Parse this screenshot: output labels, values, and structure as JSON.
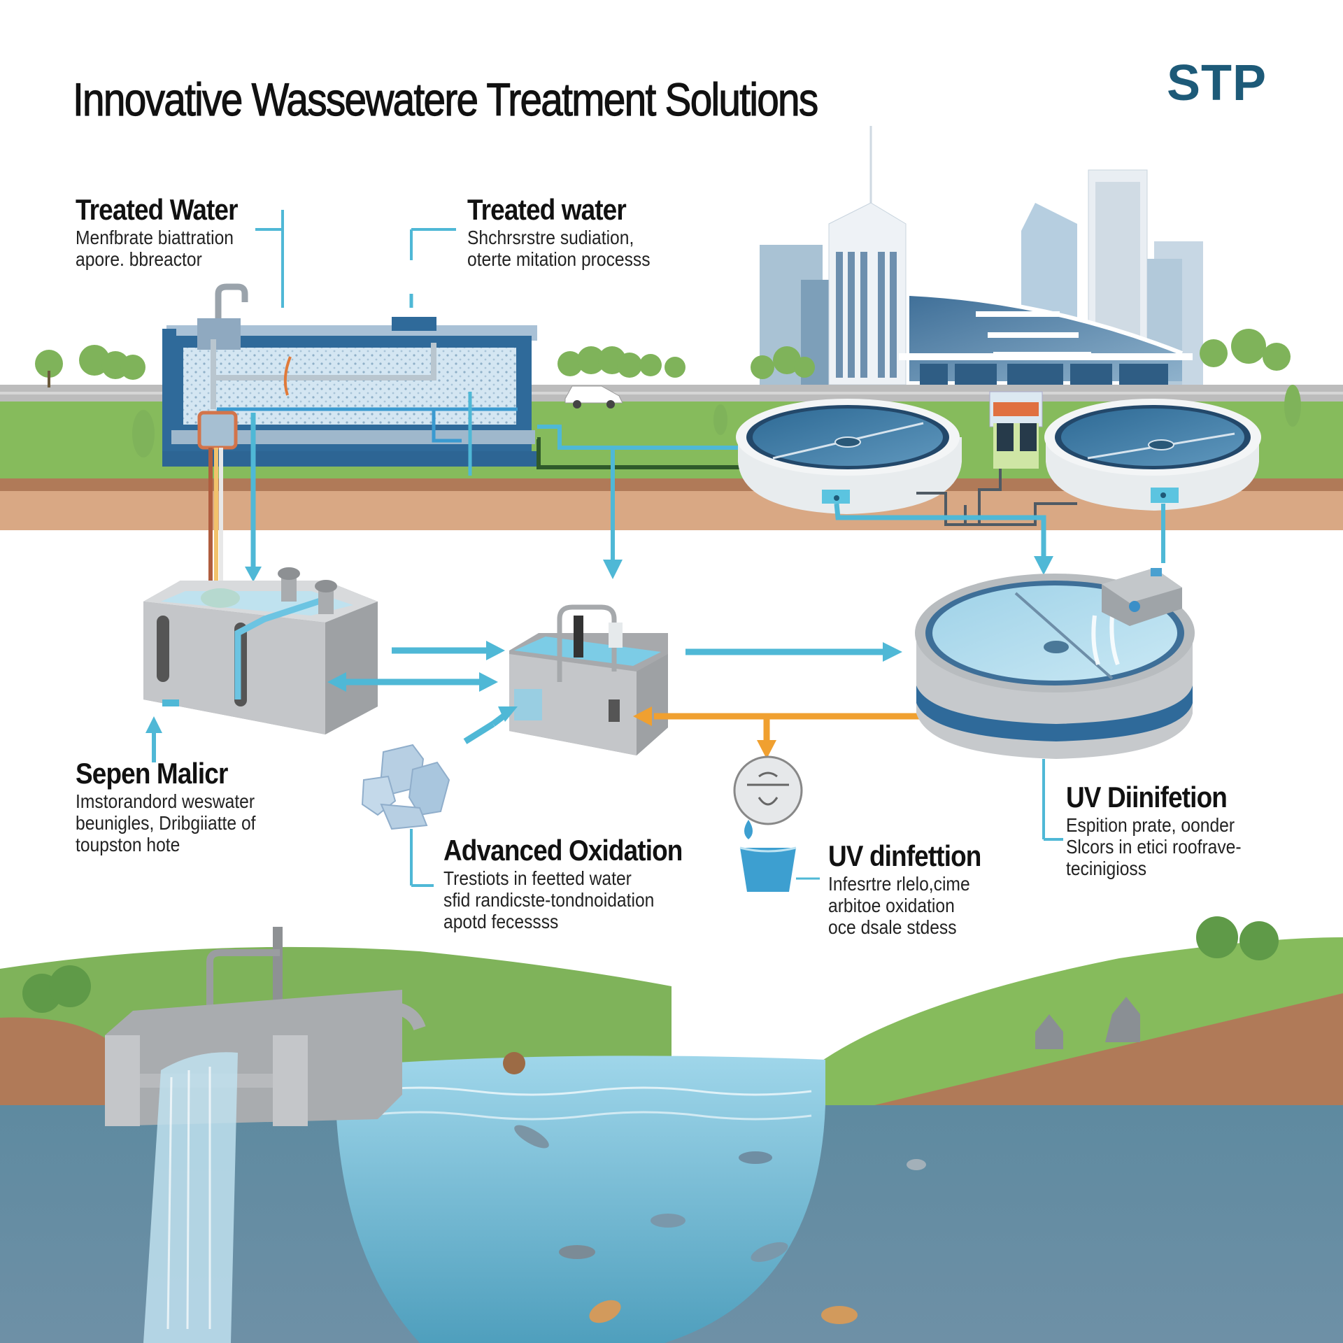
{
  "header": {
    "title": "Innovative Wassewatere Treatment Solutions",
    "brand": "STP"
  },
  "colors": {
    "brand": "#1d5a78",
    "flow_arrow": "#4fb8d6",
    "oxidation_arrow": "#f0a030",
    "grass": "#7fb35a",
    "soil": "#d9a884",
    "deep_water": "#6b8ea0",
    "lake_water": "#7cc4dc",
    "plant_frame": "#2f6a9a"
  },
  "labels": [
    {
      "id": "treated-water-1",
      "heading": "Treated Water",
      "lines": [
        "Menfbrate biattration",
        "apore. bbreactor"
      ]
    },
    {
      "id": "treated-water-2",
      "heading": "Treated water",
      "lines": [
        "Shchrsrstre sudiation,",
        "oterte mitation processs"
      ]
    },
    {
      "id": "sepen-malicr",
      "heading": "Sepen Malicr",
      "lines": [
        "Imstorandord weswater",
        "beunigles, Dribgiiatte of",
        "toupston hote"
      ]
    },
    {
      "id": "advanced-oxidation",
      "heading": "Advanced Oxidation",
      "lines": [
        "Trestiots in feetted water",
        "sfid randicste-tondnoidation",
        "apotd fecessss"
      ]
    },
    {
      "id": "uv-dinfettion",
      "heading": "UV dinfettion",
      "lines": [
        "Infesrtre rlelo,cime",
        "arbitoe oxidation",
        "oce dsale stdess"
      ]
    },
    {
      "id": "uv-dinifetion",
      "heading": "UV Diinifetion",
      "lines": [
        "Espition prate, oonder",
        "Slcors in etici roofrave-",
        "tecinigioss"
      ]
    }
  ],
  "components": [
    {
      "name": "membrane-bioreactor-plant",
      "kind": "building"
    },
    {
      "name": "city-skyline",
      "kind": "background"
    },
    {
      "name": "clarifier-tank-1",
      "kind": "circular-tank"
    },
    {
      "name": "clarifier-tank-2",
      "kind": "circular-tank"
    },
    {
      "name": "pump-station",
      "kind": "equipment"
    },
    {
      "name": "primary-treatment-tank",
      "kind": "tank"
    },
    {
      "name": "oxidation-reactor",
      "kind": "tank"
    },
    {
      "name": "uv-disinfection-tank",
      "kind": "circular-tank"
    },
    {
      "name": "uv-lamp-unit",
      "kind": "equipment"
    },
    {
      "name": "chemical-crystals",
      "kind": "icon"
    },
    {
      "name": "uv-disinfection-icon",
      "kind": "icon"
    },
    {
      "name": "outfall-structure",
      "kind": "structure"
    },
    {
      "name": "receiving-lake",
      "kind": "water-body"
    }
  ],
  "icons": [
    "water-drop-icon",
    "beaker-icon",
    "crystal-icon",
    "fish-icon",
    "tree-icon",
    "car-icon",
    "rock-icon"
  ]
}
